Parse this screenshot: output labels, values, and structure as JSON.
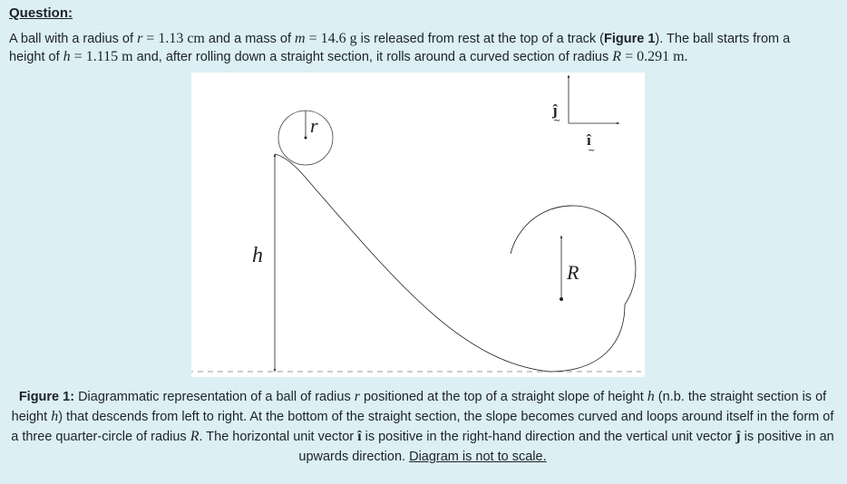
{
  "question": {
    "heading": "Question:",
    "p1": "A ball with a radius of ",
    "r_sym": "r",
    "eq1": " = 1.13 cm",
    "p2": " and a mass of ",
    "m_sym": "m",
    "eq2": " = 14.6 g",
    "p3": " is released from rest at the top of a track (",
    "fig_ref": "Figure 1",
    "p4": "). The ball starts from a height of ",
    "h_sym": "h",
    "eq3": " = 1.115 m",
    "p5": " and, after rolling down a straight section, it rolls around a curved section of radius ",
    "R_sym": "R",
    "eq4": " = 0.291 m."
  },
  "diagram": {
    "label_r": "r",
    "label_h": "h",
    "label_R": "R",
    "label_i": "î",
    "label_j": "ĵ"
  },
  "caption": {
    "title": "Figure 1:",
    "t1": " Diagrammatic representation of a ball of radius ",
    "r": "r",
    "t2": " positioned at the top of a straight slope of height ",
    "h1": "h",
    "t3": " (n.b. the straight section is of height ",
    "h2": "h",
    "t4": ") that descends from left to right. At the bottom of the straight section, the slope becomes curved and loops around itself in the form of a three quarter-circle of radius ",
    "R": "R",
    "t5": ". The horizontal unit vector ",
    "i": "î",
    "t6": " is positive in the right-hand direction and the vertical unit vector ",
    "j": "ĵ",
    "t7": " is positive in an upwards direction. ",
    "note": "Diagram is not to scale."
  }
}
